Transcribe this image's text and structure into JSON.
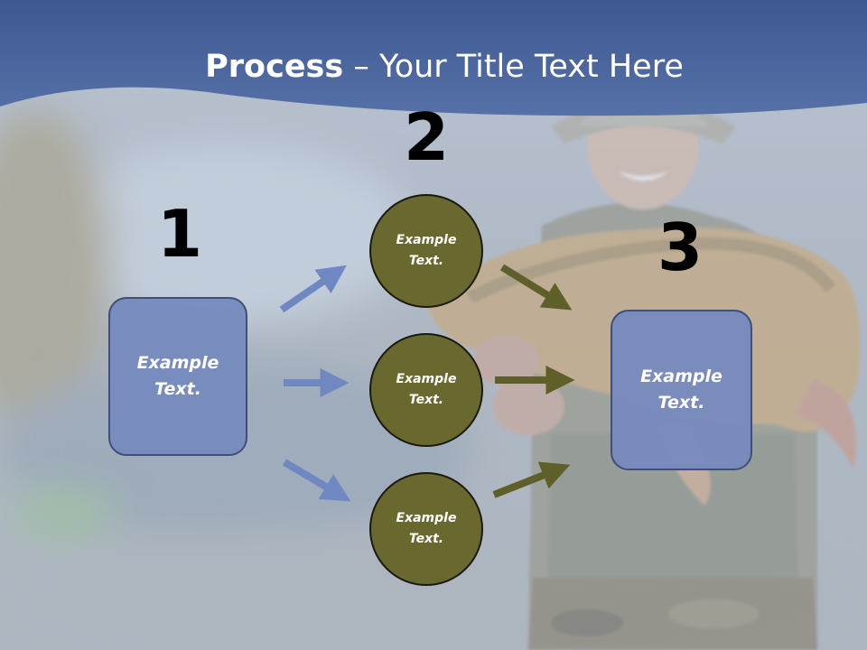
{
  "title": {
    "bold": "Process",
    "rest": " – Your Title Text Here"
  },
  "steps": {
    "one": {
      "number": "1",
      "text": "Example\nText."
    },
    "two": {
      "number": "2",
      "items": [
        "Example\nText.",
        "Example\nText.",
        "Example\nText."
      ]
    },
    "three": {
      "number": "3",
      "text": "Example\nText."
    }
  },
  "colors": {
    "title_band": "#4d67a0",
    "box_fill": "#768abe",
    "circle_fill": "#69692f",
    "arrow_blue": "#6f88c2",
    "arrow_olive": "#5f5f2a"
  }
}
